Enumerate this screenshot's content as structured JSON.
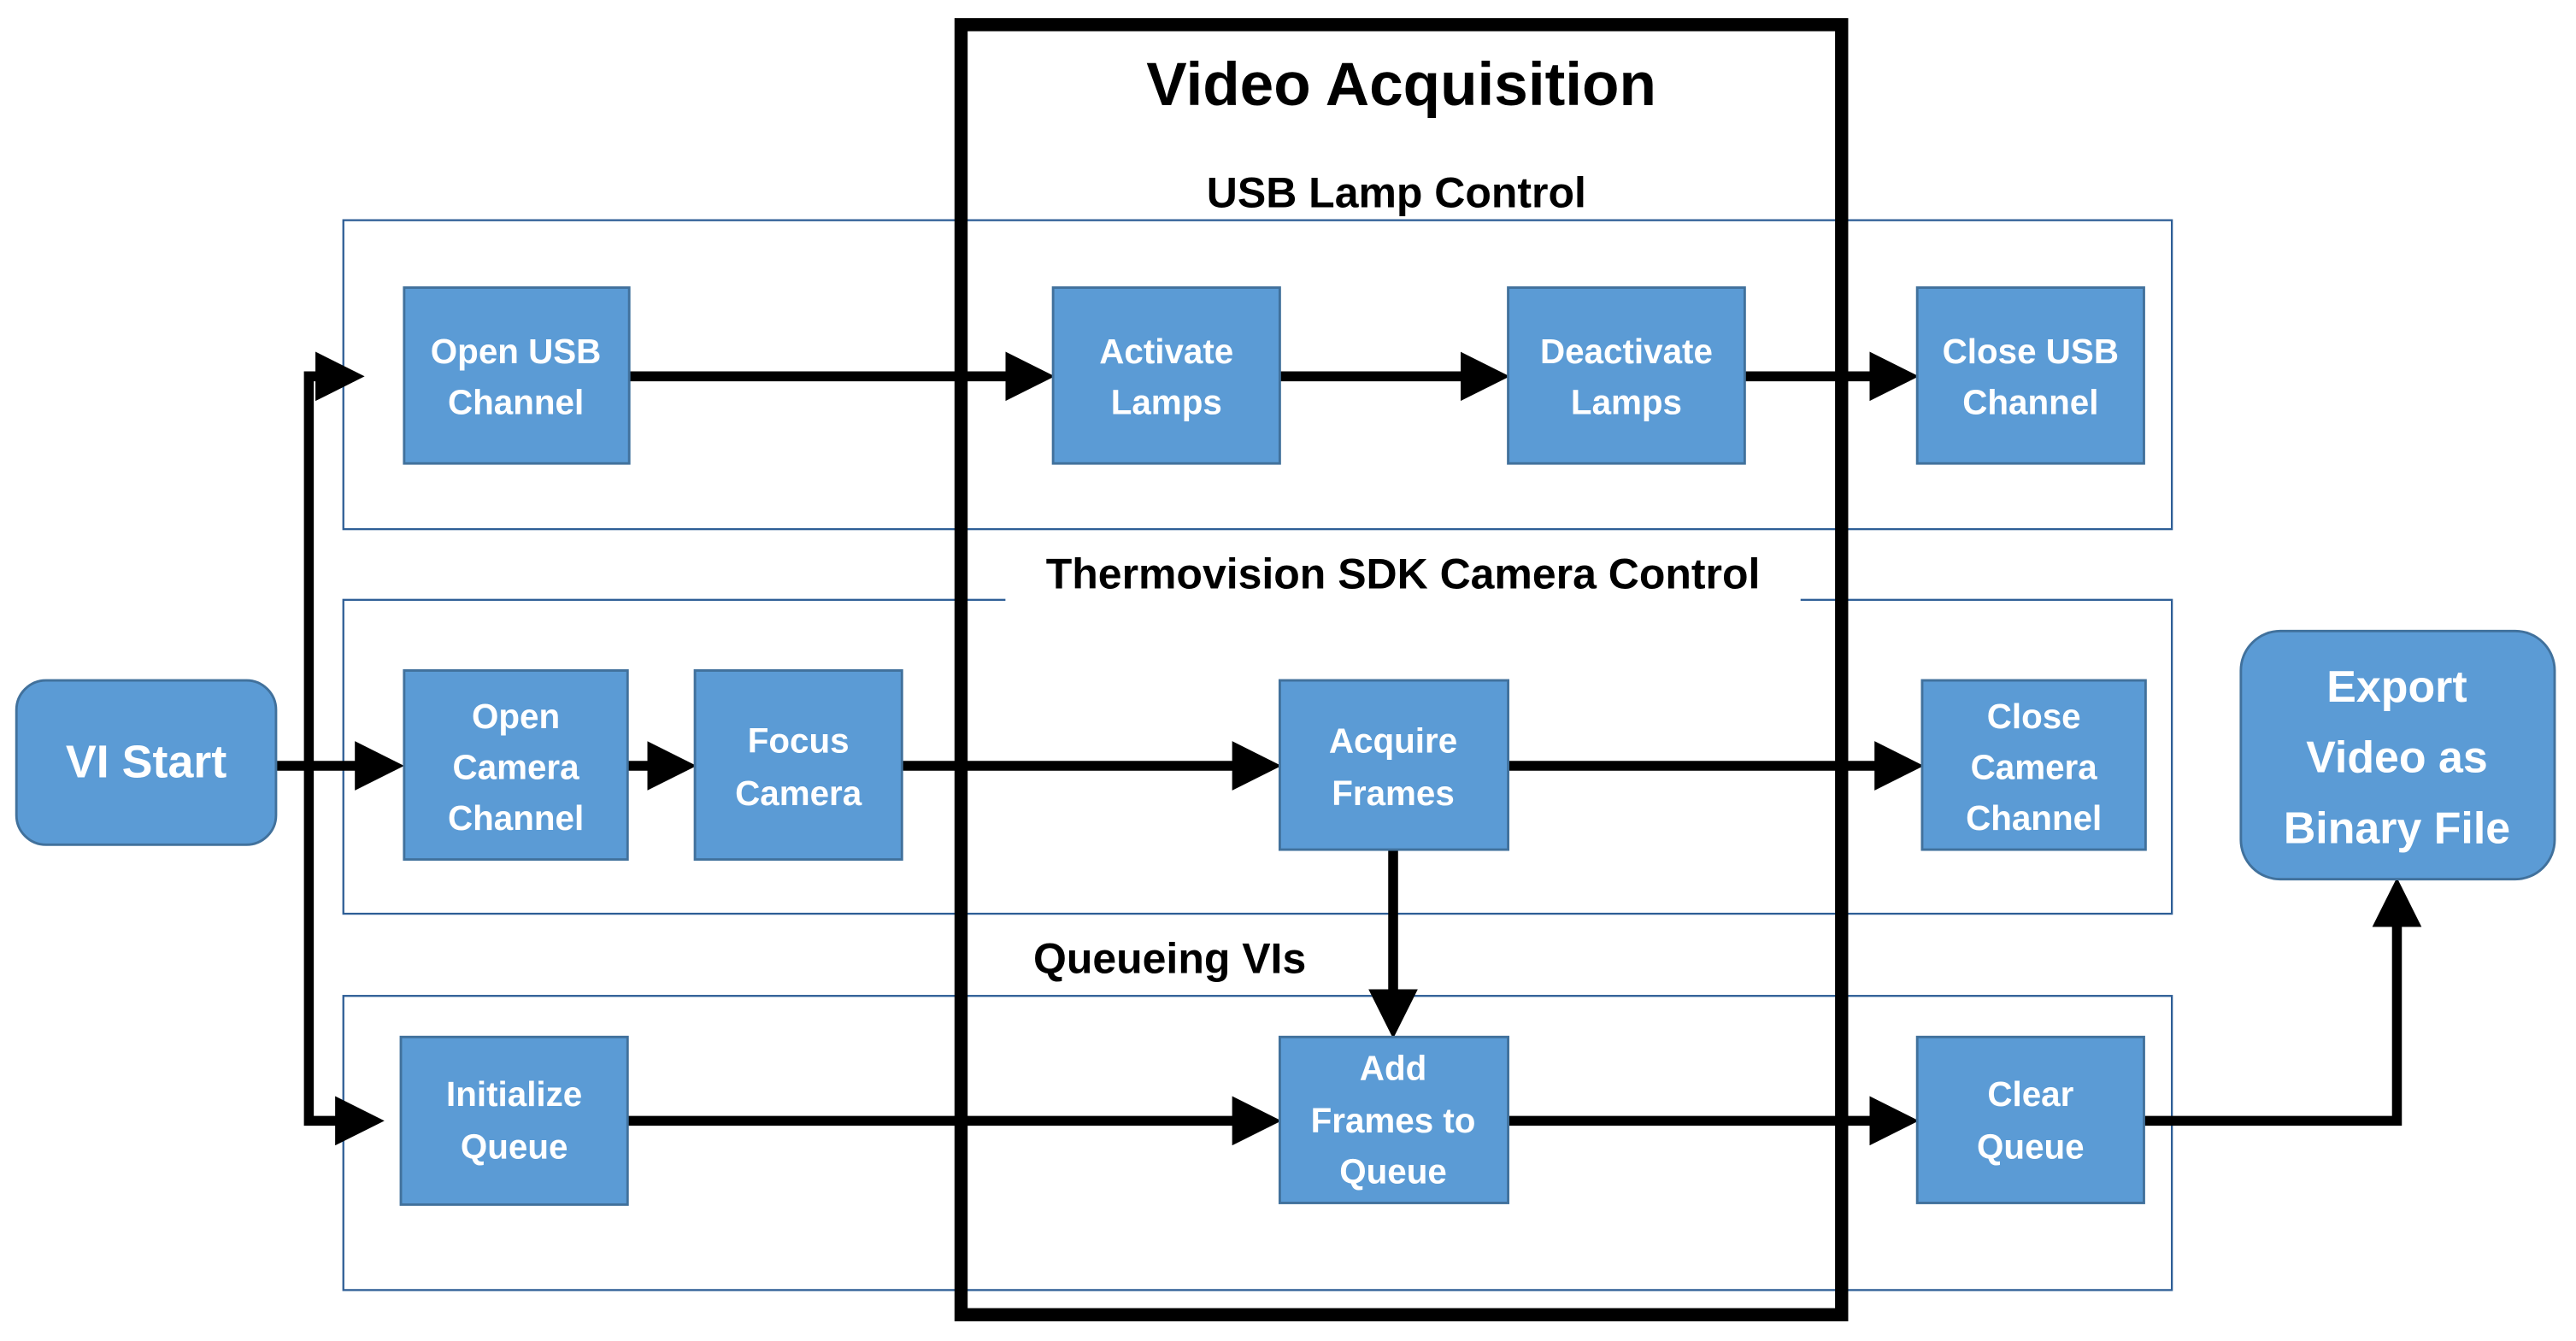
{
  "title": "Video Acquisition",
  "groups": {
    "usb": "USB Lamp Control",
    "camera": "Thermovision SDK Camera Control",
    "queue": "Queueing VIs"
  },
  "nodes": {
    "vi_start": [
      "VI Start"
    ],
    "open_usb": [
      "Open USB",
      "Channel"
    ],
    "activate": [
      "Activate",
      "Lamps"
    ],
    "deactivate": [
      "Deactivate",
      "Lamps"
    ],
    "close_usb": [
      "Close USB",
      "Channel"
    ],
    "open_cam": [
      "Open",
      "Camera",
      "Channel"
    ],
    "focus": [
      "Focus",
      "Camera"
    ],
    "acquire": [
      "Acquire",
      "Frames"
    ],
    "close_cam": [
      "Close",
      "Camera",
      "Channel"
    ],
    "init_queue": [
      "Initialize",
      "Queue"
    ],
    "add_frames": [
      "Add",
      "Frames to",
      "Queue"
    ],
    "clear_queue": [
      "Clear",
      "Queue"
    ],
    "export": [
      "Export",
      "Video as",
      "Binary File"
    ]
  },
  "colors": {
    "box": "#5b9bd5",
    "border": "#41719c",
    "group": "#2e5e96"
  }
}
